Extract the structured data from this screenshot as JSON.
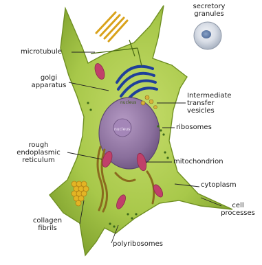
{
  "labels": {
    "secretory_granules": [
      "secretory",
      "granules"
    ],
    "microtubule": "microtubule",
    "golgi_apparatus": [
      "golgi",
      "apparatus"
    ],
    "nucleus_outer": "nucleus",
    "nucleus_inner": "nucleus",
    "intermediate_transfer_vesicles": [
      "Intermediate",
      "transfer",
      "vesicles"
    ],
    "ribosomes": "ribosomes",
    "rough_er": [
      "rough",
      "endoplasmic",
      "reticulum"
    ],
    "mitochondrion": "mitochondrion",
    "cytoplasm": "cytoplasm",
    "cell_processes": [
      "cell",
      "processes"
    ],
    "collagen_fibrils": [
      "collagen",
      "fibrils"
    ],
    "polyribosomes": "polyribosomes"
  },
  "colors": {
    "cell_body": "#a8c84a",
    "cell_edge": "#6f8f22",
    "nucleus": "#8a6f9c",
    "golgi": "#1f3f9a",
    "mitochondria": "#c0406a",
    "er": "#8a6b1e",
    "collagen": "#e0b020",
    "granule": "#d8dde6"
  }
}
